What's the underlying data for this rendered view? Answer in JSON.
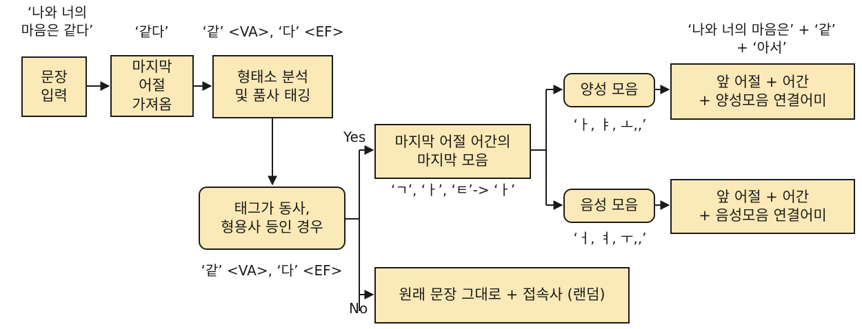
{
  "nodes": {
    "input": "문장\n입력",
    "last_word": "마지막\n어절\n가져옴",
    "morph": "형태소 분석\n및 품사 태깅",
    "verb_check": "태그가 동사,\n형용사 등인 경우",
    "last_vowel": "마지막 어절 어간의\n마지막 모음",
    "positive_vowel": "양성 모음",
    "negative_vowel": "음성 모음",
    "positive_result": "앞 어절 + 어간\n+ 양성모음 연결어미",
    "negative_result": "앞 어절 + 어간\n+ 음성모음 연결어미",
    "no_result": "원래 문장 그대로 + 접속사 (랜덤)"
  },
  "labels": {
    "sentence_example": "‘나와 너의\n마음은 같다’",
    "last_word_example": "‘같다’",
    "morph_example": "‘같’ <VA>, ‘다’ <EF>",
    "verb_example": "‘같’ <VA>, ‘다’ <EF>",
    "vowel_example": "‘ㄱ’, ‘ㅏ’, ‘ㅌ’-> ‘ㅏ’",
    "positive_examples": "‘ㅏ, ㅑ, ㅗ,,’",
    "negative_examples": "‘ㅓ, ㅕ, ㅜ,,’",
    "result_example": "‘나와 너의 마음은’ + ‘같’\n+ ‘아서’",
    "yes": "Yes",
    "no": "No"
  }
}
